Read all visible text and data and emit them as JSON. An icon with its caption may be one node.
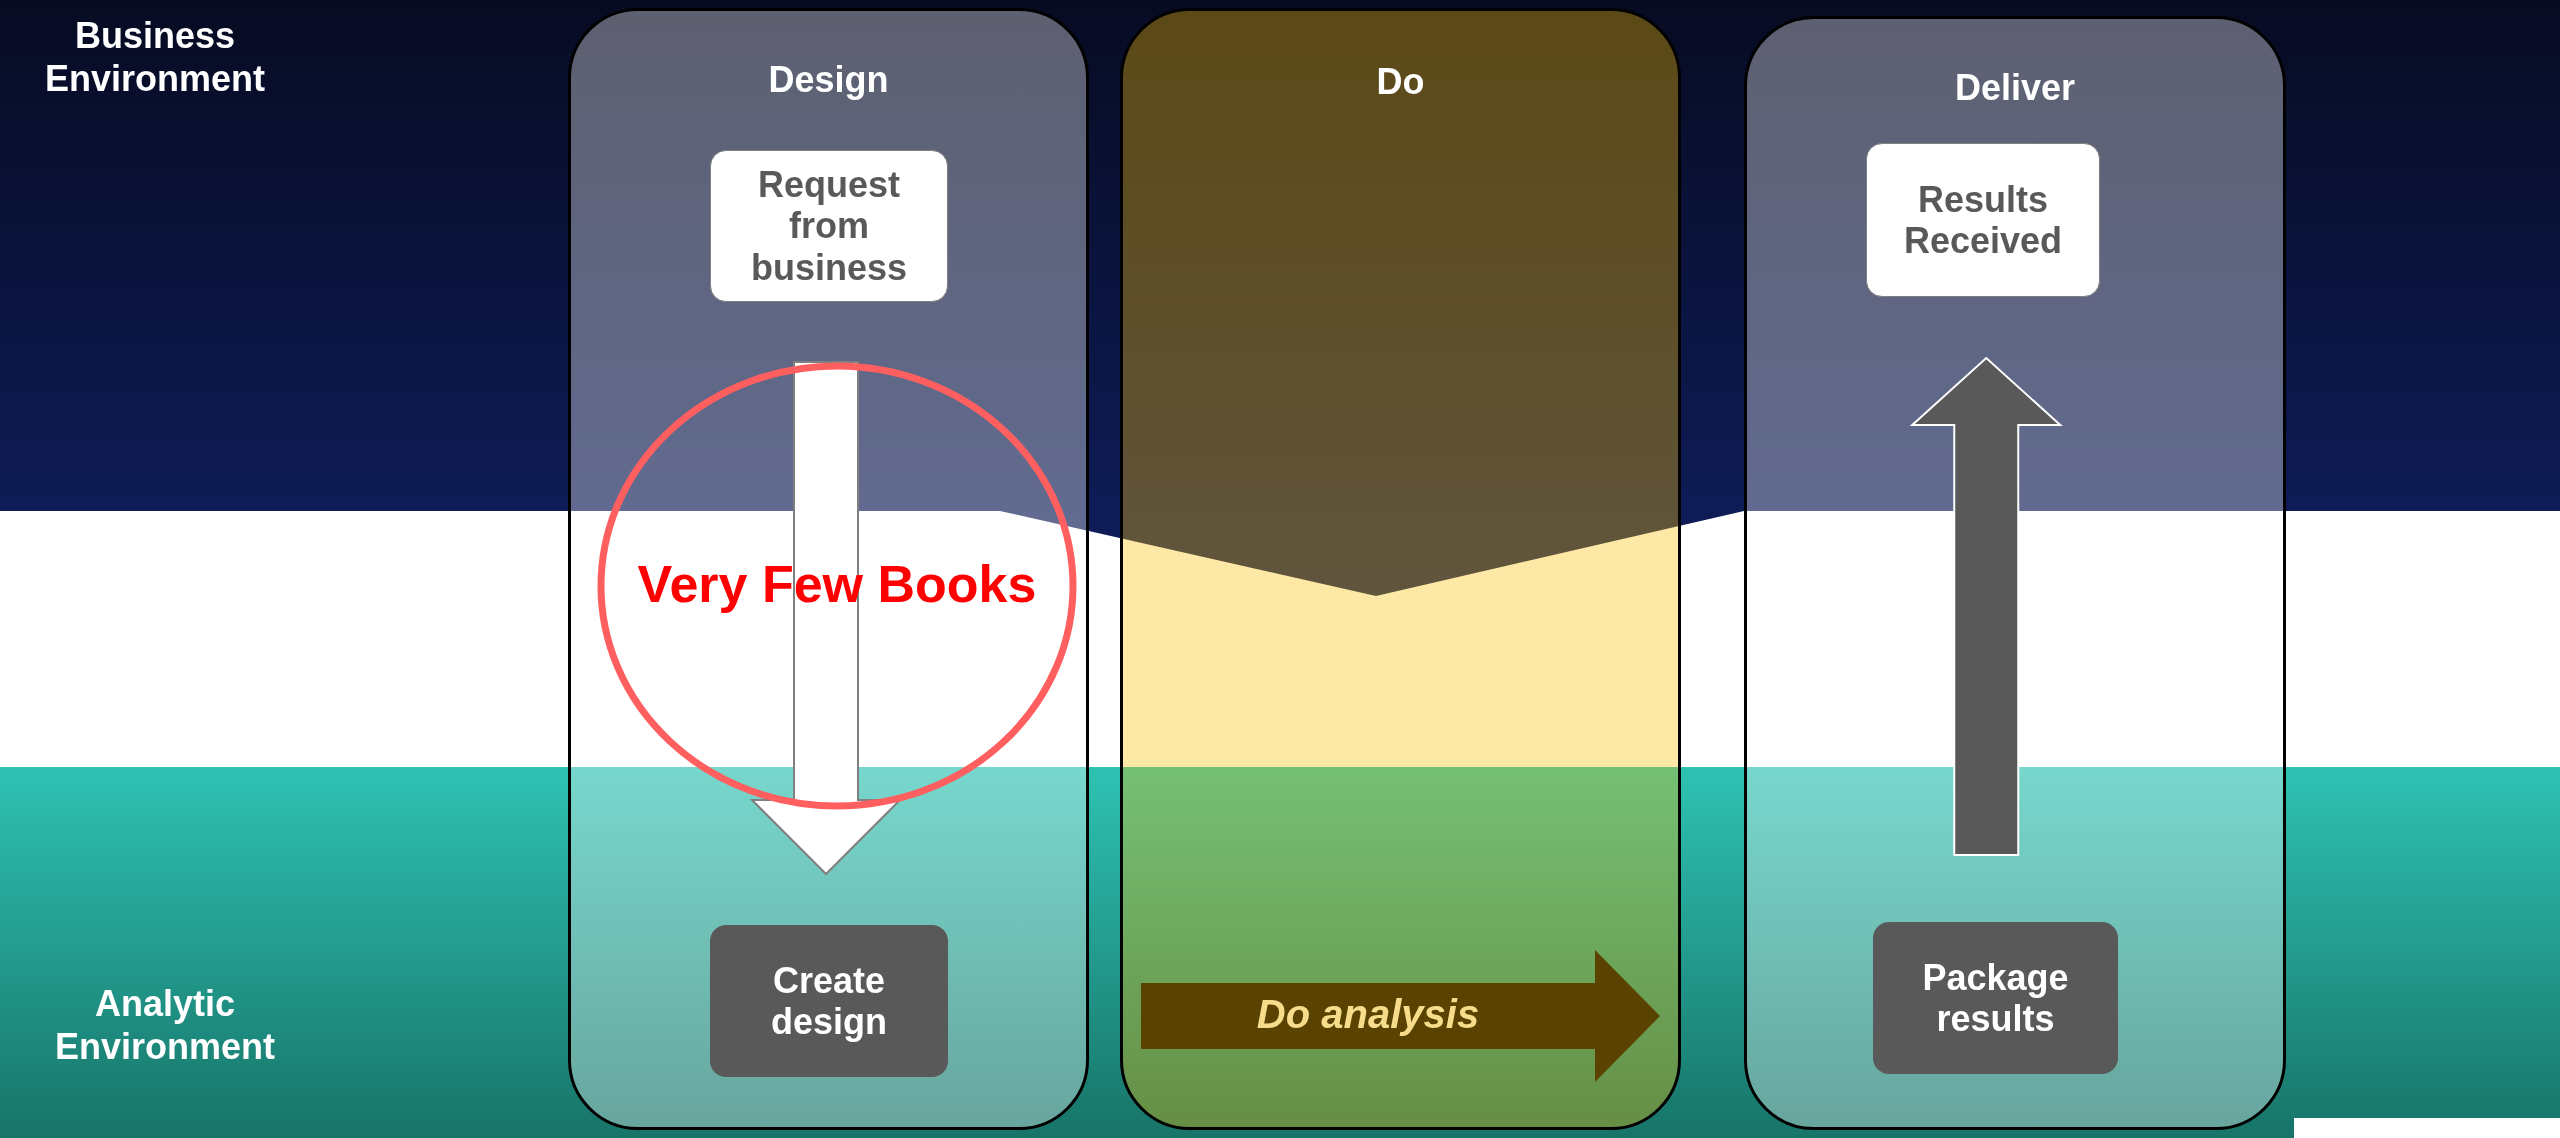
{
  "diagram": {
    "nodes": [
      {
        "text": [
          "Design"
        ]
      },
      {
        "text": [
          "Request from business"
        ],
        "in": 0
      },
      {
        "text": [
          "Create design"
        ],
        "in": 0
      },
      {
        "text": [
          "Do"
        ]
      },
      {
        "text": [
          "Do analysis"
        ],
        "in": 3
      },
      {
        "text": [
          "Deliver"
        ]
      },
      {
        "text": [
          "Results Received"
        ],
        "in": 5
      },
      {
        "text": [
          "Package results"
        ],
        "in": 5
      },
      {
        "text": [
          "Very Few Books"
        ],
        "in": 0
      }
    ],
    "edges": [
      {
        "from": 1,
        "to": 2,
        "arrow": "to",
        "style": "thick",
        "color": "#ffffff"
      },
      {
        "from": 7,
        "to": 6,
        "arrow": "to",
        "style": "thick",
        "color": "#595959"
      }
    ],
    "labels": [
      "Business Environment",
      "Analytic Environment"
    ]
  }
}
